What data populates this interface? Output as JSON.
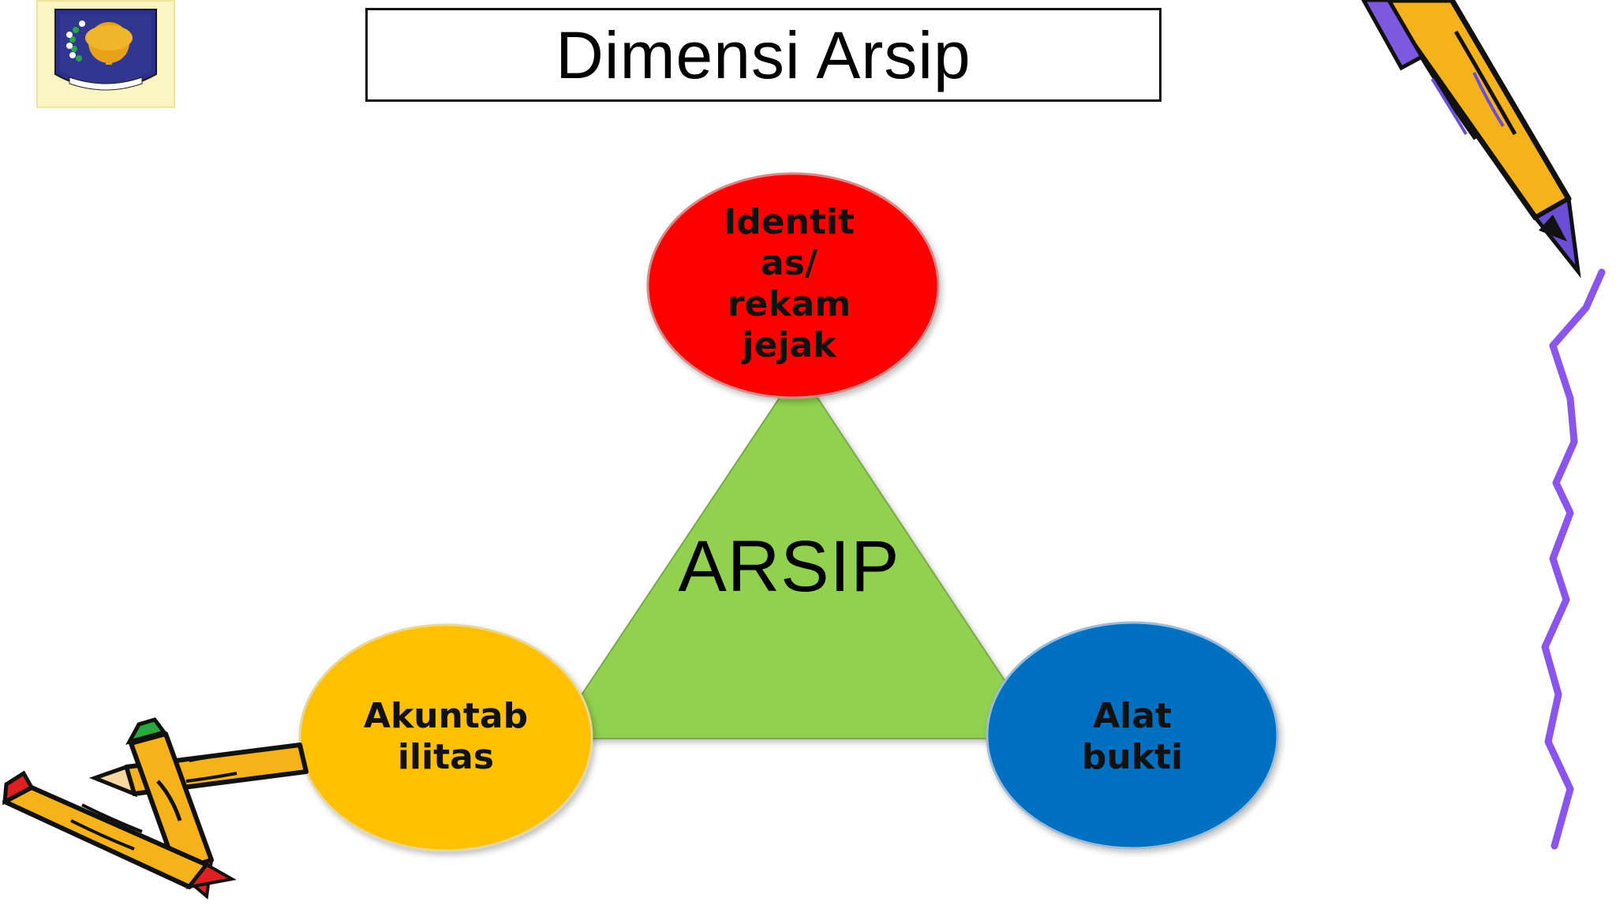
{
  "title": "Dimensi Arsip",
  "center": "ARSIP",
  "nodes": {
    "top": {
      "label": "Identit\nas/\nrekam\njejak"
    },
    "left": {
      "label": "Akuntab\nilitas"
    },
    "right": {
      "label": "Alat\nbukti"
    }
  },
  "colors": {
    "triangle": "#92d050",
    "top_node": "#ff0000",
    "left_node": "#ffc000",
    "right_node": "#0070c0",
    "squiggle": "#8a55ee",
    "pencil_body": "#f5b21a",
    "pencil_tip": "#6a4fd6"
  },
  "icons": {
    "logo": "government-emblem-icon",
    "pencil_top_right": "pencil-icon",
    "pencils_bottom_left": "pencils-icon",
    "squiggle": "wavy-line-icon"
  }
}
